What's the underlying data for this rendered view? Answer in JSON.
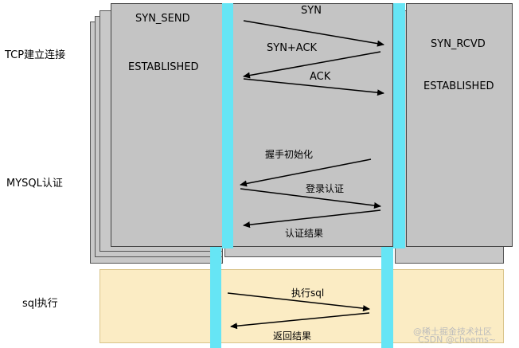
{
  "phases": {
    "tcp": "TCP建立连接",
    "mysql": "MYSQL认证",
    "sql": "sql执行"
  },
  "client": {
    "state1": "SYN_SEND",
    "state2": "ESTABLISHED"
  },
  "server": {
    "state1": "SYN_RCVD",
    "state2": "ESTABLISHED"
  },
  "messages": {
    "syn": "SYN",
    "syn_ack": "SYN+ACK",
    "ack": "ACK",
    "handshake_init": "握手初始化",
    "login_auth": "登录认证",
    "auth_result": "认证结果",
    "exec_sql": "执行sql",
    "return_result": "返回结果"
  },
  "watermark": {
    "line1": "@稀土掘金技术社区",
    "line2": "CSDN @cheems~"
  },
  "colors": {
    "panel_gray": "#c4c4c4",
    "cyan_bar": "#66e5f5",
    "sql_panel": "#fbecc4"
  }
}
